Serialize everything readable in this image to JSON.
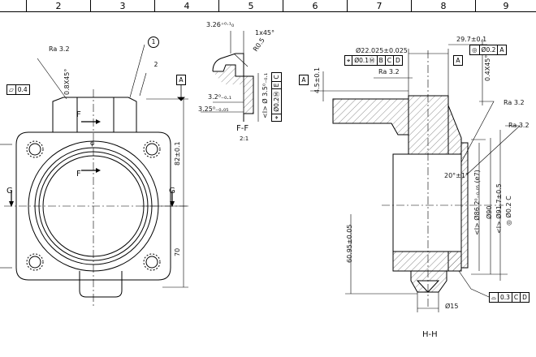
{
  "zones": [
    "",
    "2",
    "3",
    "4",
    "5",
    "6",
    "7",
    "8",
    "9"
  ],
  "balloons": [
    "1",
    "2"
  ],
  "datums": {
    "A": "A",
    "E": "E",
    "F": "F",
    "G": "G"
  },
  "left_view": {
    "roughness": "Ra 3.2",
    "chamfer": "0.8X45°",
    "flatness": {
      "symbol": "▱",
      "value": "0.4"
    },
    "dim_82": "82±0.1",
    "dim_70": "70",
    "center_mark": "φ"
  },
  "detail_ff": {
    "title": "F-F",
    "scale": "2:1",
    "dim_top": "3.26⁺⁰·¹₀",
    "chamfer": "1x45°",
    "radius": "R0.5",
    "dia": "<Ⅰ> Ø 3.5⁰₋₀.₁",
    "pos_tol": [
      "⌖",
      "Ø0.2Ⓜ",
      "E",
      "C"
    ],
    "dim_32": "3.2⁰₋₀.₁",
    "dim_325": "3.25⁰₋₀.₀₅"
  },
  "section_hh": {
    "title": "H-H",
    "dia_top": "Ø22.025±0.025",
    "pos_tol": [
      "⌖",
      "Ø0.1Ⓜ",
      "B",
      "C",
      "D"
    ],
    "dim_297": "29.7±0.1",
    "conc_tol": [
      "◎",
      "Ø0.2",
      "A"
    ],
    "roughness1": "Ra 3.2",
    "roughness2": "Ra 3.2",
    "roughness3": "Ra 3.2",
    "dim_45": "4.5±0.1",
    "chamfer": "0.4X45°",
    "angle": "20°±1°",
    "dia_86": "<Ⅰ> Ø86.2⁰₋₀.₀₅ (e7)",
    "dia_90": "Ø90",
    "dia_917": "<Ⅰ> Ø91.7±0.5",
    "conc_c": "◎ Ø0.2 C",
    "dim_6095": "60.95±0.05",
    "dia_15": "Ø15",
    "profile_tol": [
      "⌓",
      "0.3",
      "C",
      "D"
    ]
  }
}
